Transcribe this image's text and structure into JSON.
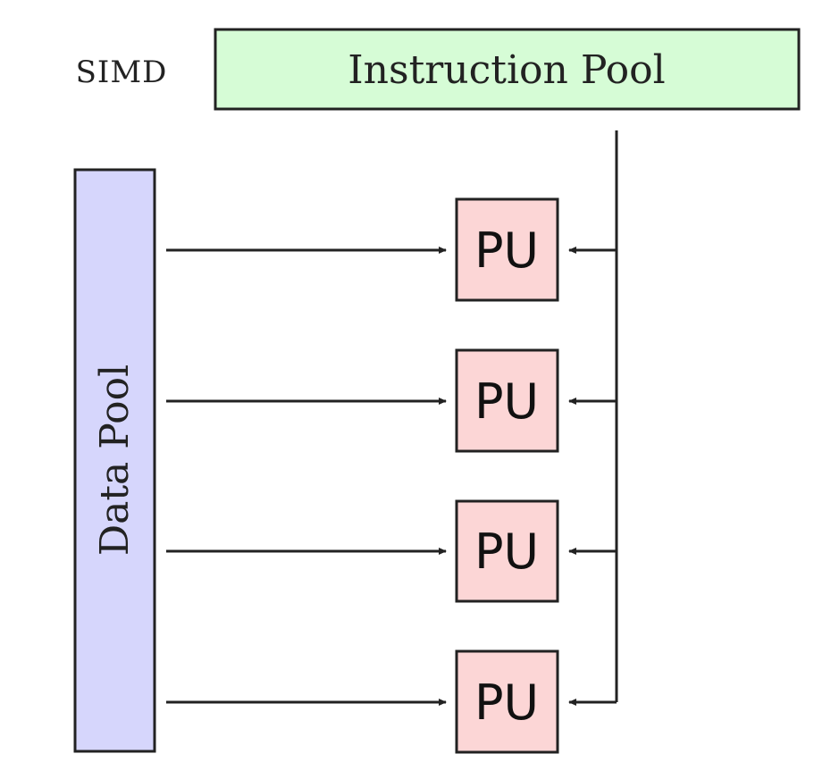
{
  "diagram": {
    "label": "SIMD",
    "instruction_pool": "Instruction Pool",
    "data_pool": "Data Pool",
    "processing_units": [
      "PU",
      "PU",
      "PU",
      "PU"
    ],
    "colors": {
      "instruction_pool_fill": "#d6fcd6",
      "data_pool_fill": "#d6d6fc",
      "pu_fill": "#fcd6d6",
      "stroke": "#222222"
    }
  }
}
